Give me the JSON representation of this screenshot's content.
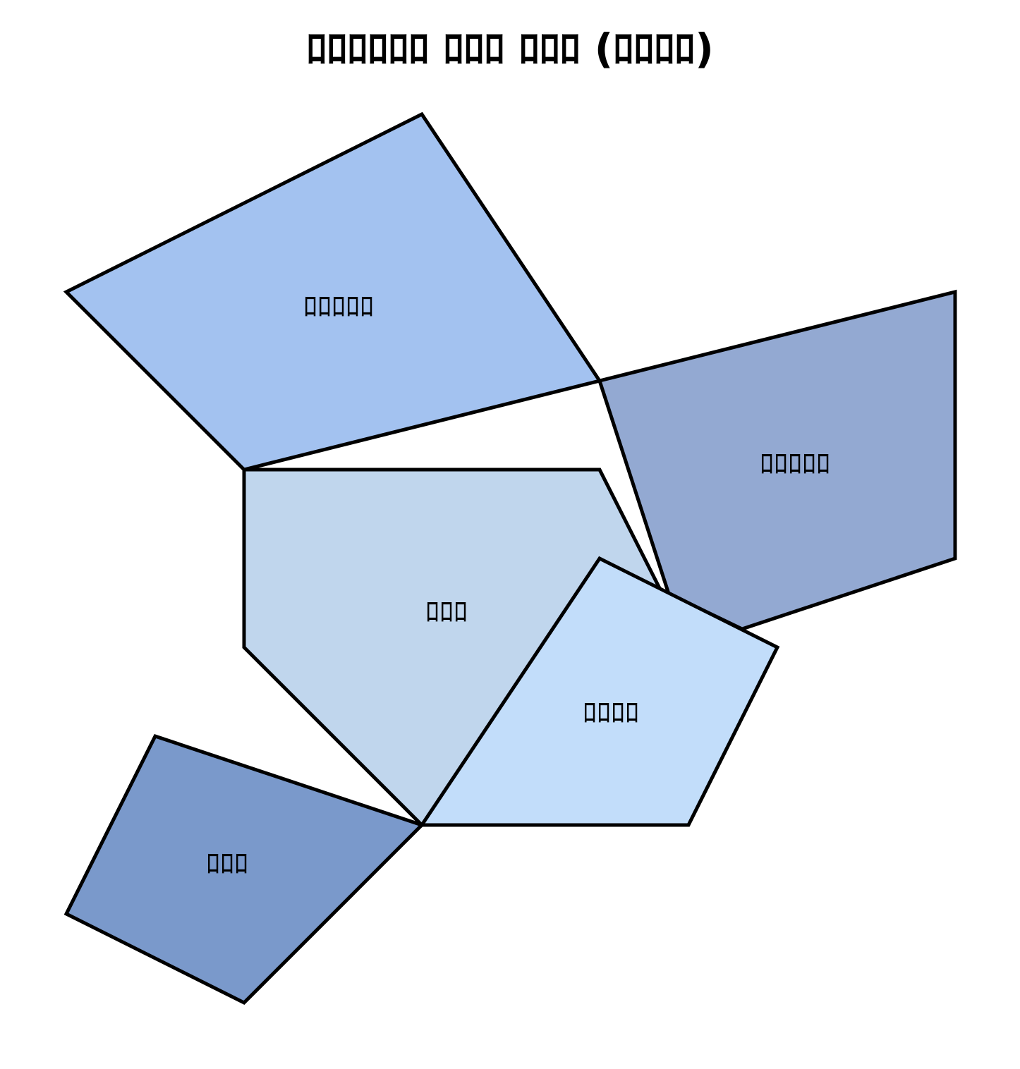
{
  "title": "ﾛﾛﾛﾛﾛﾛ ﾛﾛﾛ ﾛﾛﾛ (ﾛﾛﾛﾛ)",
  "regions": [
    {
      "id": "region-top-left",
      "label": "ﾛﾛﾛﾛﾛ",
      "color": "#a3c2f0"
    },
    {
      "id": "region-right",
      "label": "ﾛﾛﾛﾛﾛ",
      "color": "#93a9d2"
    },
    {
      "id": "region-center",
      "label": "ﾛﾛﾛ",
      "color": "#c0d6ed"
    },
    {
      "id": "region-lower-right",
      "label": "ﾛﾛﾛﾛ",
      "color": "#c2ddfa"
    },
    {
      "id": "region-bottom-left",
      "label": "ﾛﾛﾛ",
      "color": "#7a99cb"
    }
  ]
}
